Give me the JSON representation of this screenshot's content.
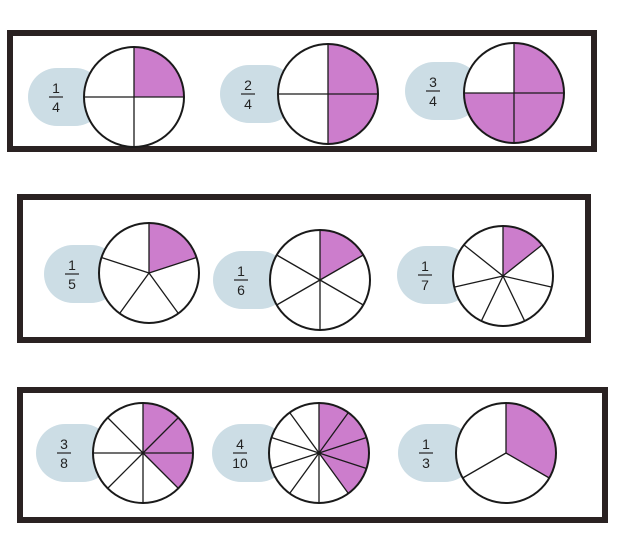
{
  "colors": {
    "fill": "#cc7dcc",
    "empty": "#ffffff",
    "stroke": "#1a1a1a",
    "pill": "#ccdde5",
    "frame": "#2a2222"
  },
  "rows": [
    {
      "items": [
        {
          "numerator": "1",
          "denominator": "4",
          "parts": 4,
          "shaded": 1
        },
        {
          "numerator": "2",
          "denominator": "4",
          "parts": 4,
          "shaded": 2
        },
        {
          "numerator": "3",
          "denominator": "4",
          "parts": 4,
          "shaded": 3
        }
      ]
    },
    {
      "items": [
        {
          "numerator": "1",
          "denominator": "5",
          "parts": 5,
          "shaded": 1
        },
        {
          "numerator": "1",
          "denominator": "6",
          "parts": 6,
          "shaded": 1
        },
        {
          "numerator": "1",
          "denominator": "7",
          "parts": 7,
          "shaded": 1
        }
      ]
    },
    {
      "items": [
        {
          "numerator": "3",
          "denominator": "8",
          "parts": 8,
          "shaded": 3
        },
        {
          "numerator": "4",
          "denominator": "10",
          "parts": 10,
          "shaded": 4
        },
        {
          "numerator": "1",
          "denominator": "3",
          "parts": 3,
          "shaded": 1
        }
      ]
    }
  ]
}
